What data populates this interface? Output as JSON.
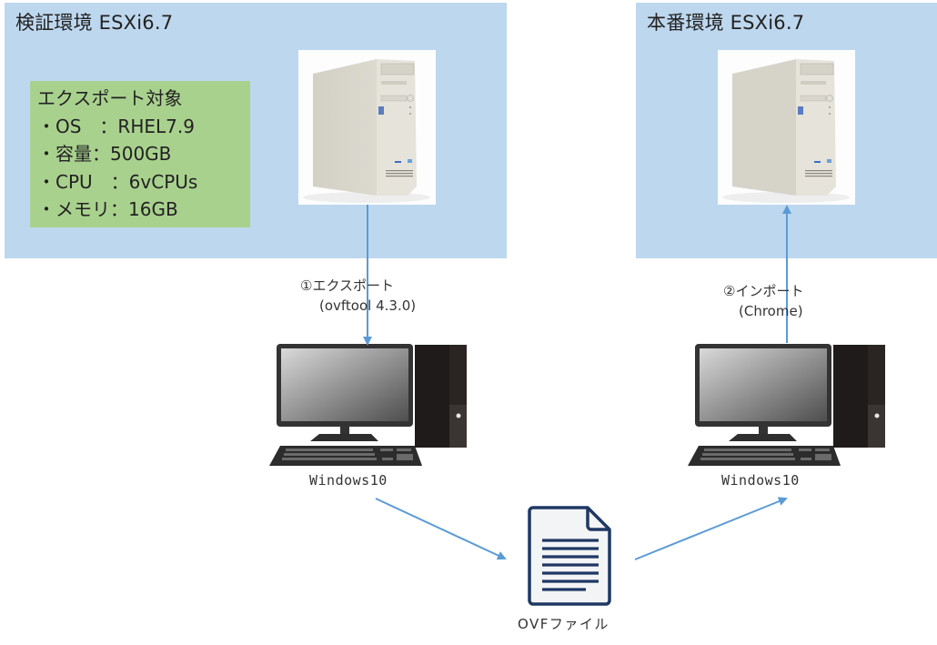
{
  "panels": {
    "left": {
      "title": "検証環境 ESXi6.7"
    },
    "right": {
      "title": "本番環境 ESXi6.7"
    }
  },
  "export_target": {
    "heading": "エクスポート対象",
    "items": [
      "・OS　：RHEL7.9",
      "・容量：500GB",
      "・CPU　：6vCPUs",
      "・メモリ：16GB"
    ]
  },
  "steps": {
    "export": {
      "label": "①エクスポート",
      "tool": "(ovftool 4.3.0)"
    },
    "import": {
      "label": "②インポート",
      "tool": "(Chrome)"
    }
  },
  "clients": {
    "left": {
      "label": "Windows10"
    },
    "right": {
      "label": "Windows10"
    }
  },
  "file": {
    "label": "OVFファイル",
    "icon": "document-icon"
  },
  "icons": {
    "server": "server-tower-icon",
    "desktop": "desktop-pc-icon"
  },
  "colors": {
    "panel_bg": "#bdd7ee",
    "spec_bg": "#a9d18e",
    "arrow": "#5b9bd5",
    "file_stroke": "#1f3864"
  }
}
